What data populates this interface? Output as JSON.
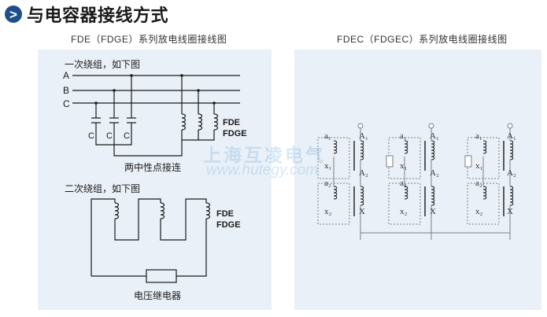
{
  "header": {
    "icon": "chevron-right-icon",
    "badge": ">",
    "title": "与电容器接线方式"
  },
  "colors": {
    "brand": "#1f4e8c",
    "panel_bg": "#eaf0f7",
    "line": "#1a1a1a",
    "right_line": "#7a7f87",
    "watermark": "#4696dc"
  },
  "left_panel": {
    "caption": "FDE（FDGE）系列放电线圈接线图",
    "primary_title": "一次绕组，如下图",
    "phases": [
      "A",
      "B",
      "C"
    ],
    "capacitor_labels": [
      "C",
      "C",
      "C"
    ],
    "model_label_1": "FDE",
    "model_label_2": "FDGE",
    "neutral_caption": "两中性点接连",
    "secondary_title": "二次绕组，如下图",
    "model_label_3": "FDE",
    "model_label_4": "FDGE",
    "relay_caption": "电压继电器"
  },
  "right_panel": {
    "caption": "FDEC（FDGEC）系列放电线圈接线图",
    "units": [
      {
        "a1": "a₁",
        "A1": "A₁",
        "x1": "x₁",
        "A2": "A₂",
        "a2": "a₂",
        "x2": "x₂",
        "X": "X"
      },
      {
        "a1": "a₁",
        "A1": "A₁",
        "x1": "x₁",
        "A2": "A₂",
        "a2": "a₂",
        "x2": "x₂",
        "X": "X"
      },
      {
        "a1": "a₁",
        "A1": "A₁",
        "x1": "x₁",
        "A2": "A₂",
        "a2": "a₂",
        "x2": "x₂",
        "X": "X"
      }
    ]
  },
  "watermark": {
    "cn": "上海互凌电气",
    "url": "www.hutegy.com"
  }
}
